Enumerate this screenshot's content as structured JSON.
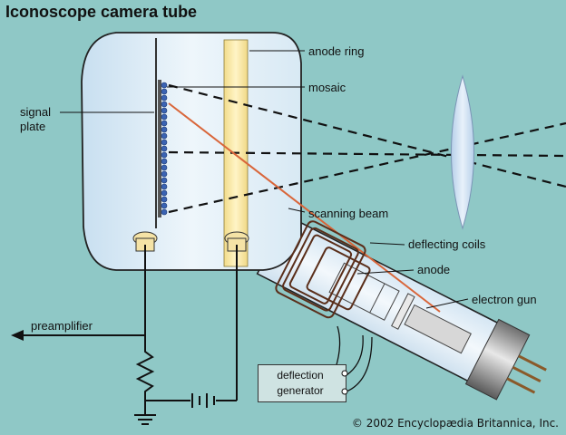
{
  "title": "Iconoscope camera tube",
  "labels": {
    "anode_ring": "anode ring",
    "mosaic": "mosaic",
    "signal_plate_line1": "signal",
    "signal_plate_line2": "plate",
    "scanning_beam": "scanning beam",
    "deflecting_coils": "deflecting coils",
    "anode": "anode",
    "electron_gun": "electron gun",
    "preamplifier": "preamplifier",
    "deflection_generator_line1": "deflection",
    "deflection_generator_line2": "generator"
  },
  "copyright": "© 2002 Encyclopædia Britannica, Inc.",
  "colors": {
    "background": "#8fc8c6",
    "tube_glass": "#e4f0f7",
    "anode_ring": "#f6e6a0",
    "scanning_beam": "#d9663a",
    "mosaic_dots": "#3a63b3"
  }
}
